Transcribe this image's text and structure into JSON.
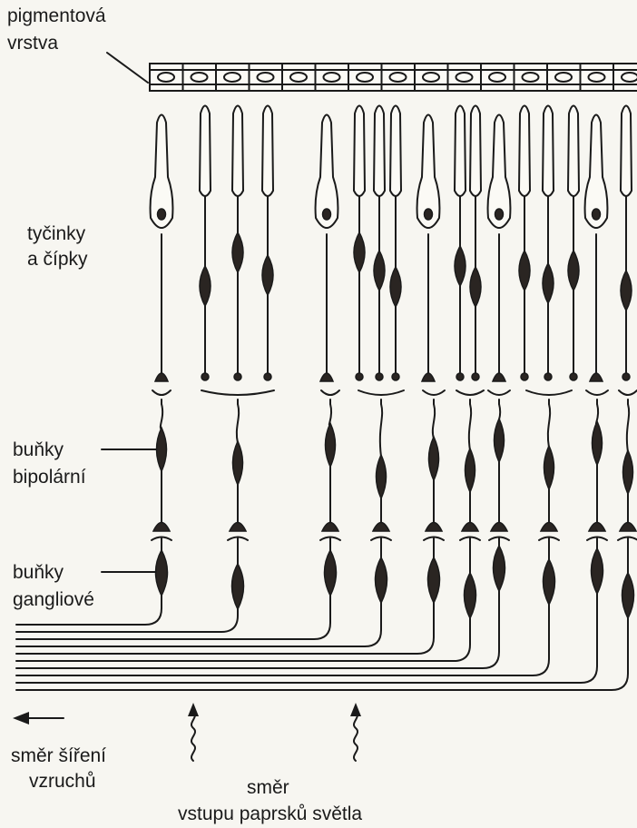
{
  "labels": {
    "pigment_line1": "pigmentová",
    "pigment_line2": "vrstva",
    "rods_line1": "tyčinky",
    "rods_line2": "a čípky",
    "bipolar_line1": "buňky",
    "bipolar_line2": "bipolární",
    "ganglion_line1": "buňky",
    "ganglion_line2": "gangliové",
    "impulse_line1": "směr šíření",
    "impulse_line2": "vzruchů",
    "light_line1": "směr",
    "light_line2": "vstupu paprsků světla"
  },
  "colors": {
    "ink": "#1a1a1a",
    "cell_fill": "#2a2522",
    "background": "#f7f6f1"
  }
}
